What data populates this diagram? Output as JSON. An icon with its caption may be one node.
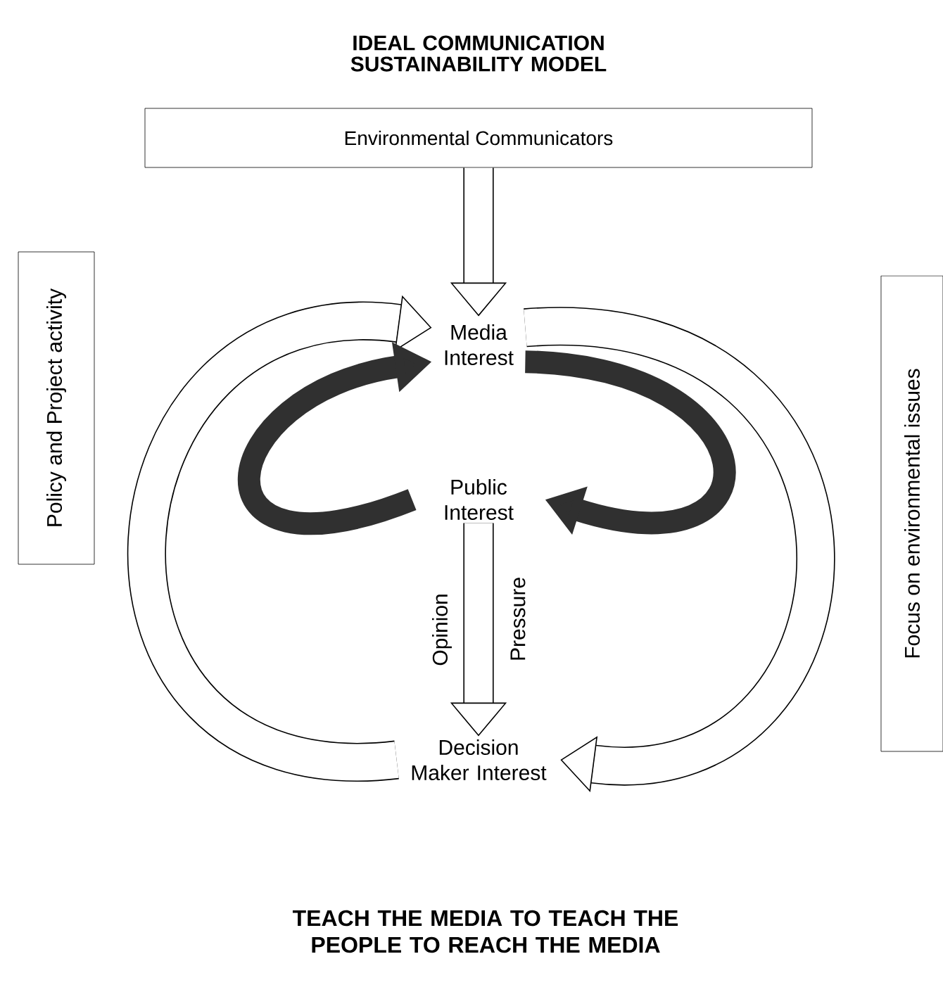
{
  "diagram": {
    "title": "IDEAL COMMUNICATION SUSTAINABILITY MODEL",
    "caption": "TEACH THE MEDIA TO TEACH THE PEOPLE TO REACH THE MEDIA",
    "nodes": [
      {
        "text": [
          "Environmental Communicators"
        ]
      },
      {
        "text": [
          "Media Interest"
        ]
      },
      {
        "text": [
          "Public Interest"
        ]
      },
      {
        "text": [
          "Decision Maker Interest"
        ]
      },
      {
        "text": [
          "Policy and Project activity"
        ]
      },
      {
        "text": [
          "Focus on environmental issues"
        ]
      }
    ],
    "edges": [
      {
        "from": 0,
        "to": 1,
        "arrow": "to"
      },
      {
        "from": 2,
        "to": 3,
        "arrow": "to",
        "label": "Opinion"
      },
      {
        "from": 3,
        "to": 1,
        "arrow": "to"
      },
      {
        "from": 2,
        "to": 1,
        "arrow": "to",
        "color": "#303030"
      },
      {
        "from": 1,
        "to": 3,
        "arrow": "to"
      },
      {
        "from": 1,
        "to": 2,
        "arrow": "to",
        "color": "#303030"
      }
    ],
    "labels": [
      "Pressure"
    ]
  }
}
